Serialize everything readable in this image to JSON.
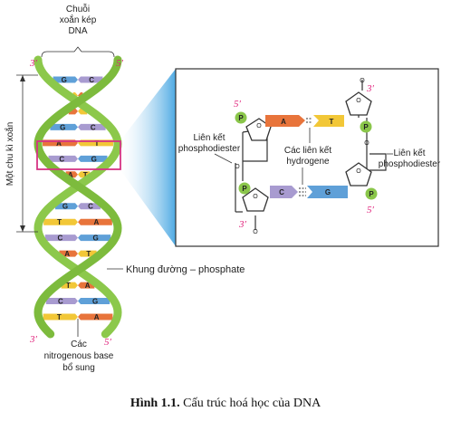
{
  "labels": {
    "double_helix": [
      "Chuỗi",
      "xoắn kép",
      "DNA"
    ],
    "helical_turn": "Một chu kì xoắn",
    "sugar_phosphate": "Khung đường – phosphate",
    "complementary_bases": [
      "Các",
      "nitrogenous base",
      "bổ sung"
    ],
    "phosphodiester_left": [
      "Liên kết",
      "phosphodiester"
    ],
    "hydrogen_bonds": [
      "Các liên kết",
      "hydrogene"
    ],
    "phosphodiester_right": [
      "Liên kết",
      "phosphodiester"
    ]
  },
  "primes": {
    "three": "3′",
    "five": "5′"
  },
  "helix_pairs": [
    [
      "G",
      "C"
    ],
    [
      "T",
      "A"
    ],
    [
      "A",
      "T"
    ],
    [
      "G",
      "C"
    ],
    [
      "A",
      "T"
    ],
    [
      "C",
      "G"
    ],
    [
      "A",
      "T"
    ],
    [
      "T",
      "A"
    ],
    [
      "G",
      "C"
    ],
    [
      "T",
      "A"
    ],
    [
      "C",
      "G"
    ],
    [
      "A",
      "T"
    ],
    [
      "A",
      "T"
    ],
    [
      "T",
      "A"
    ],
    [
      "C",
      "G"
    ],
    [
      "T",
      "A"
    ]
  ],
  "inset": {
    "pair_top": [
      "A",
      "T"
    ],
    "pair_bottom": [
      "C",
      "G"
    ],
    "phosphate": "P",
    "oxygen": "O"
  },
  "colors": {
    "strand": "#8cc84b",
    "A": "#e8743b",
    "T": "#f2c737",
    "G": "#5fa0d8",
    "C": "#a89bd0",
    "phosphate": "#8ac64a",
    "prime": "#e0207a",
    "highlight": "#d63384",
    "beam": "#3aa0e0"
  },
  "caption": {
    "number": "Hình 1.1.",
    "text": "Cấu trúc hoá học của DNA"
  }
}
